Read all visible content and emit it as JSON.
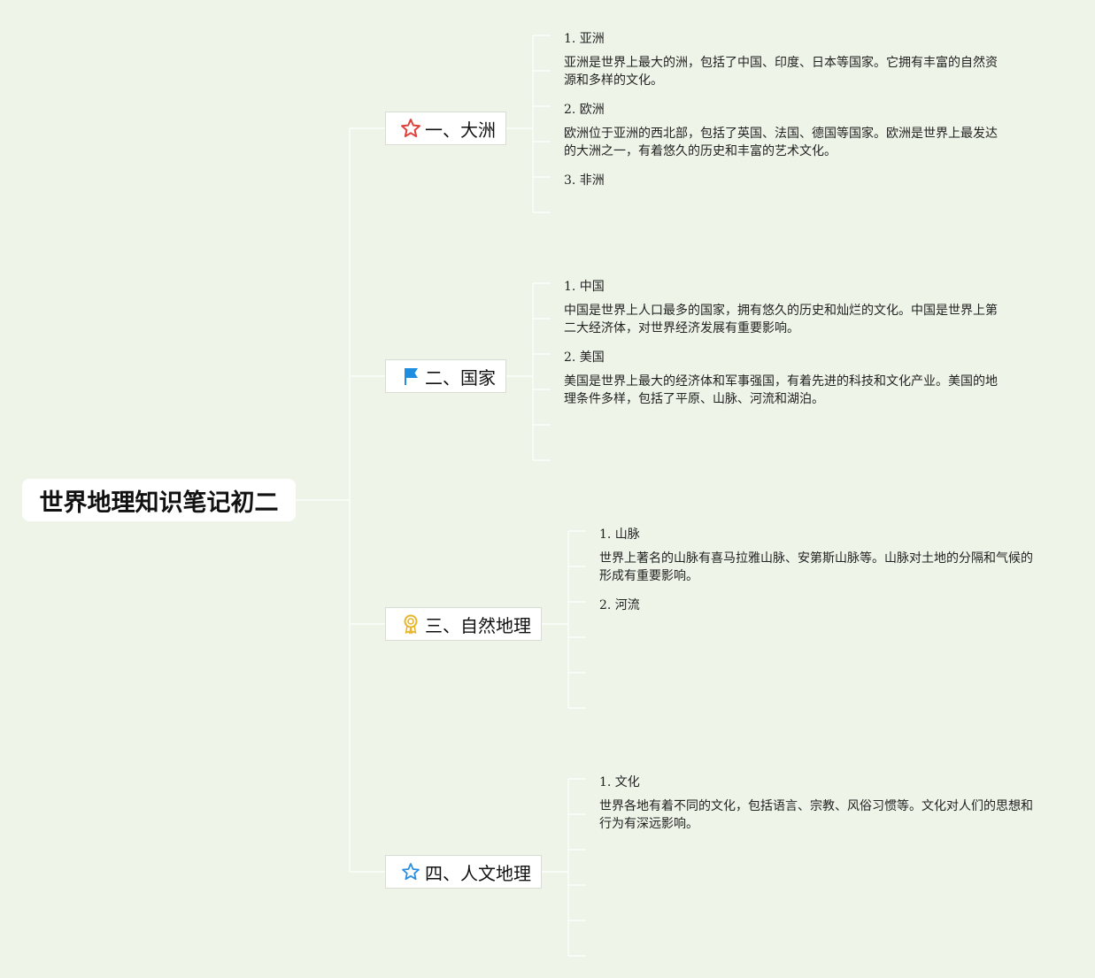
{
  "root": {
    "title": "世界地理知识笔记初二"
  },
  "branches": [
    {
      "label": "一、大洲",
      "icon": "red-star-outline-icon",
      "items": [
        {
          "title": "1. 亚洲",
          "text": "亚洲是世界上最大的洲，包括了中国、印度、日本等国家。它拥有丰富的自然资源和多样的文化。"
        },
        {
          "title": "2. 欧洲",
          "text": "欧洲位于亚洲的西北部，包括了英国、法国、德国等国家。欧洲是世界上最发达的大洲之一，有着悠久的历史和丰富的艺术文化。"
        },
        {
          "title": "3. 非洲"
        }
      ]
    },
    {
      "label": "二、国家",
      "icon": "blue-flag-icon",
      "items": [
        {
          "title": "1. 中国",
          "text": "中国是世界上人口最多的国家，拥有悠久的历史和灿烂的文化。中国是世界上第二大经济体，对世界经济发展有重要影响。"
        },
        {
          "title": "2. 美国",
          "text": "美国是世界上最大的经济体和军事强国，有着先进的科技和文化产业。美国的地理条件多样，包括了平原、山脉、河流和湖泊。"
        }
      ]
    },
    {
      "label": "三、自然地理",
      "icon": "gold-medal-icon",
      "items": [
        {
          "title": "1. 山脉",
          "text": "世界上著名的山脉有喜马拉雅山脉、安第斯山脉等。山脉对土地的分隔和气候的形成有重要影响。"
        },
        {
          "title": "2. 河流"
        }
      ]
    },
    {
      "label": "四、人文地理",
      "icon": "blue-star-outline-icon",
      "items": [
        {
          "title": "1. 文化",
          "text": "世界各地有着不同的文化，包括语言、宗教、风俗习惯等。文化对人们的思想和行为有深远影响。"
        }
      ]
    }
  ],
  "colors": {
    "background": "#eef4e8",
    "connector": "#ffffff",
    "star_red": "#e0413a",
    "flag_blue": "#1d8ee0",
    "medal_gold": "#e8b52a",
    "star_blue": "#2d8fe0"
  }
}
